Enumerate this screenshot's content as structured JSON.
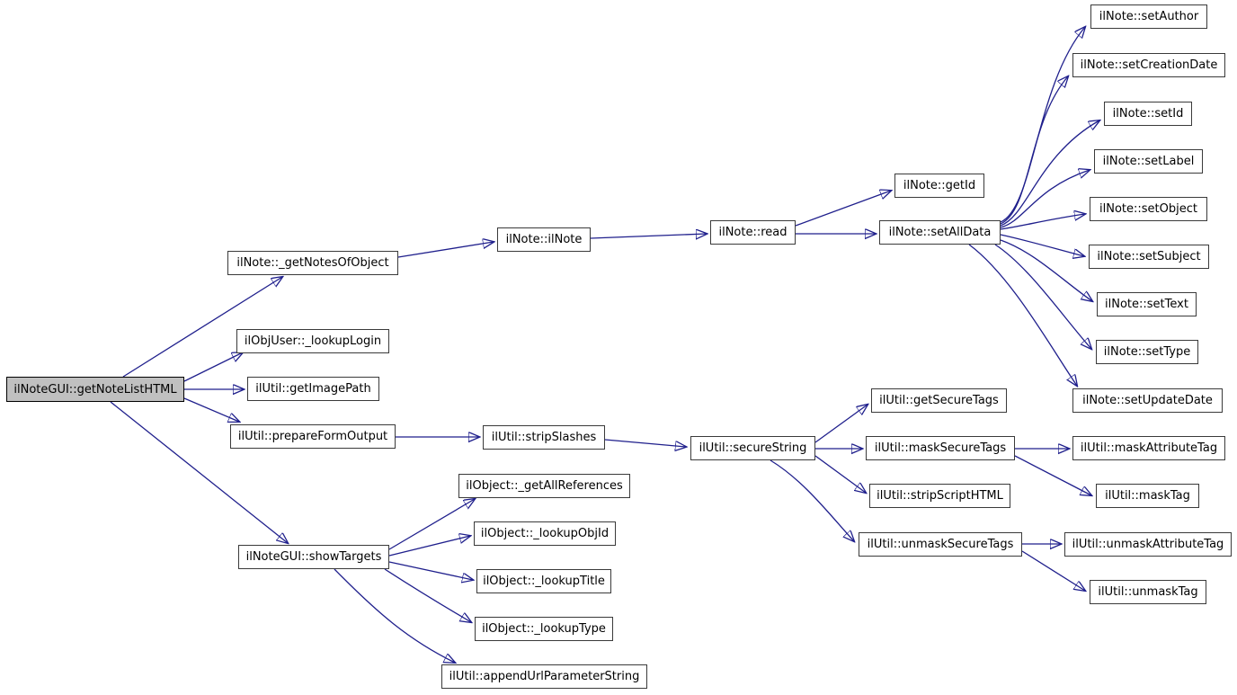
{
  "graph": {
    "type": "call-graph",
    "background_color": "#ffffff",
    "edge_color": "#1f1f8c",
    "node_fill_color": "#ffffff",
    "node_border_color": "#3a3a3a",
    "root_fill_color": "#c0c0c0",
    "nodes": [
      {
        "id": "getNoteListHTML",
        "label": "ilNoteGUI::getNoteListHTML",
        "root": true
      },
      {
        "id": "getNotesOfObject",
        "label": "ilNote::_getNotesOfObject"
      },
      {
        "id": "lookupLogin",
        "label": "ilObjUser::_lookupLogin"
      },
      {
        "id": "getImagePath",
        "label": "ilUtil::getImagePath"
      },
      {
        "id": "prepareFormOutput",
        "label": "ilUtil::prepareFormOutput"
      },
      {
        "id": "showTargets",
        "label": "ilNoteGUI::showTargets"
      },
      {
        "id": "ilNote",
        "label": "ilNote::ilNote"
      },
      {
        "id": "read",
        "label": "ilNote::read"
      },
      {
        "id": "getId",
        "label": "ilNote::getId"
      },
      {
        "id": "setAllData",
        "label": "ilNote::setAllData"
      },
      {
        "id": "setAuthor",
        "label": "ilNote::setAuthor"
      },
      {
        "id": "setCreationDate",
        "label": "ilNote::setCreationDate"
      },
      {
        "id": "setId",
        "label": "ilNote::setId"
      },
      {
        "id": "setLabel",
        "label": "ilNote::setLabel"
      },
      {
        "id": "setObject",
        "label": "ilNote::setObject"
      },
      {
        "id": "setSubject",
        "label": "ilNote::setSubject"
      },
      {
        "id": "setText",
        "label": "ilNote::setText"
      },
      {
        "id": "setType",
        "label": "ilNote::setType"
      },
      {
        "id": "setUpdateDate",
        "label": "ilNote::setUpdateDate"
      },
      {
        "id": "getSecureTags",
        "label": "ilUtil::getSecureTags"
      },
      {
        "id": "secureString",
        "label": "ilUtil::secureString"
      },
      {
        "id": "maskSecureTags",
        "label": "ilUtil::maskSecureTags"
      },
      {
        "id": "stripScriptHTML",
        "label": "ilUtil::stripScriptHTML"
      },
      {
        "id": "unmaskSecureTags",
        "label": "ilUtil::unmaskSecureTags"
      },
      {
        "id": "maskAttributeTag",
        "label": "ilUtil::maskAttributeTag"
      },
      {
        "id": "maskTag",
        "label": "ilUtil::maskTag"
      },
      {
        "id": "unmaskAttributeTag",
        "label": "ilUtil::unmaskAttributeTag"
      },
      {
        "id": "unmaskTag",
        "label": "ilUtil::unmaskTag"
      },
      {
        "id": "stripSlashes",
        "label": "ilUtil::stripSlashes"
      },
      {
        "id": "getAllReferences",
        "label": "ilObject::_getAllReferences"
      },
      {
        "id": "lookupObjId",
        "label": "ilObject::_lookupObjId"
      },
      {
        "id": "lookupTitle",
        "label": "ilObject::_lookupTitle"
      },
      {
        "id": "lookupType",
        "label": "ilObject::_lookupType"
      },
      {
        "id": "appendUrlParameterString",
        "label": "ilUtil::appendUrlParameterString"
      }
    ],
    "edges": [
      {
        "from": "getNoteListHTML",
        "to": "getNotesOfObject"
      },
      {
        "from": "getNoteListHTML",
        "to": "lookupLogin"
      },
      {
        "from": "getNoteListHTML",
        "to": "getImagePath"
      },
      {
        "from": "getNoteListHTML",
        "to": "prepareFormOutput"
      },
      {
        "from": "getNoteListHTML",
        "to": "showTargets"
      },
      {
        "from": "getNotesOfObject",
        "to": "ilNote"
      },
      {
        "from": "ilNote",
        "to": "read"
      },
      {
        "from": "read",
        "to": "getId"
      },
      {
        "from": "read",
        "to": "setAllData"
      },
      {
        "from": "setAllData",
        "to": "setAuthor"
      },
      {
        "from": "setAllData",
        "to": "setCreationDate"
      },
      {
        "from": "setAllData",
        "to": "setId"
      },
      {
        "from": "setAllData",
        "to": "setLabel"
      },
      {
        "from": "setAllData",
        "to": "setObject"
      },
      {
        "from": "setAllData",
        "to": "setSubject"
      },
      {
        "from": "setAllData",
        "to": "setText"
      },
      {
        "from": "setAllData",
        "to": "setType"
      },
      {
        "from": "setAllData",
        "to": "setUpdateDate"
      },
      {
        "from": "prepareFormOutput",
        "to": "stripSlashes"
      },
      {
        "from": "stripSlashes",
        "to": "secureString"
      },
      {
        "from": "secureString",
        "to": "getSecureTags"
      },
      {
        "from": "secureString",
        "to": "maskSecureTags"
      },
      {
        "from": "secureString",
        "to": "stripScriptHTML"
      },
      {
        "from": "secureString",
        "to": "unmaskSecureTags"
      },
      {
        "from": "maskSecureTags",
        "to": "maskAttributeTag"
      },
      {
        "from": "maskSecureTags",
        "to": "maskTag"
      },
      {
        "from": "unmaskSecureTags",
        "to": "unmaskAttributeTag"
      },
      {
        "from": "unmaskSecureTags",
        "to": "unmaskTag"
      },
      {
        "from": "showTargets",
        "to": "getAllReferences"
      },
      {
        "from": "showTargets",
        "to": "lookupObjId"
      },
      {
        "from": "showTargets",
        "to": "lookupTitle"
      },
      {
        "from": "showTargets",
        "to": "lookupType"
      },
      {
        "from": "showTargets",
        "to": "appendUrlParameterString"
      }
    ]
  }
}
